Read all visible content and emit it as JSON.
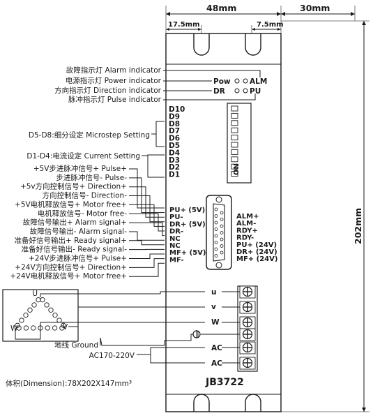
{
  "dimensions": {
    "width": "48mm",
    "depth": "30mm",
    "height": "202mm",
    "hole_left": "17.5mm",
    "hole_right": "7.5mm",
    "slot_width": "5mm",
    "slot_depth": "7mm"
  },
  "indicators": {
    "alarm": "故障指示灯 Alarm indicator",
    "power": "电源指示灯 Power indicator",
    "direction": "方向指示灯 Direction indicator",
    "pulse": "脉冲指示灯 Pulse indicator",
    "pow_label": "Pow",
    "alm_label": "ALM",
    "dr_label": "DR",
    "pu_label": "PU"
  },
  "dip_switch": {
    "labels": [
      "D10",
      "D9",
      "D8",
      "D7",
      "D6",
      "D5",
      "D4",
      "D3",
      "D2",
      "D1"
    ],
    "microstep": "D5-D8:细分设定 Microstep Setting",
    "current": "D1-D4:电流设定 Current Setting",
    "on_label": "ON"
  },
  "signal_labels": [
    "+5V步进脉冲信号+ Pulse+",
    "步进脉冲信号- Pulse-",
    "+5v方向控制信号+ Direction+",
    "方向控制信号- Direction-",
    "+5V电机释放信号+ Motor free+",
    "电机释放信号- Motor free-",
    "故障信号输出+ Alarm signal+",
    "故障信号输出- Alarm signal-",
    "准备好信号输出+ Ready signal+",
    "准备好信号输出- Ready signal-",
    "+24V步进脉冲信号+ Pulse+",
    "+24V方向控制信号+ Direction+",
    "+24V电机释放信号+ Motor free+"
  ],
  "db15_left": [
    "PU+ (5V)",
    "PU-",
    "DR+ (5V)",
    "DR-",
    "NC",
    "NC",
    "MF+ (5V)",
    "MF-"
  ],
  "db15_right": [
    "ALM+",
    "ALM-",
    "RDY+",
    "RDY-",
    "PU+ (24V)",
    "DR+ (24V)",
    "MF+ (24V)"
  ],
  "terminals": {
    "labels": [
      "u",
      "v",
      "W",
      "AC",
      "AC"
    ],
    "ground": "地线 Ground",
    "ac_range": "AC170-220V"
  },
  "motor": {
    "u": "U",
    "v": "V",
    "w": "W"
  },
  "volume": "体积(Dimension):78X202X147mm³",
  "model": "JB3722"
}
